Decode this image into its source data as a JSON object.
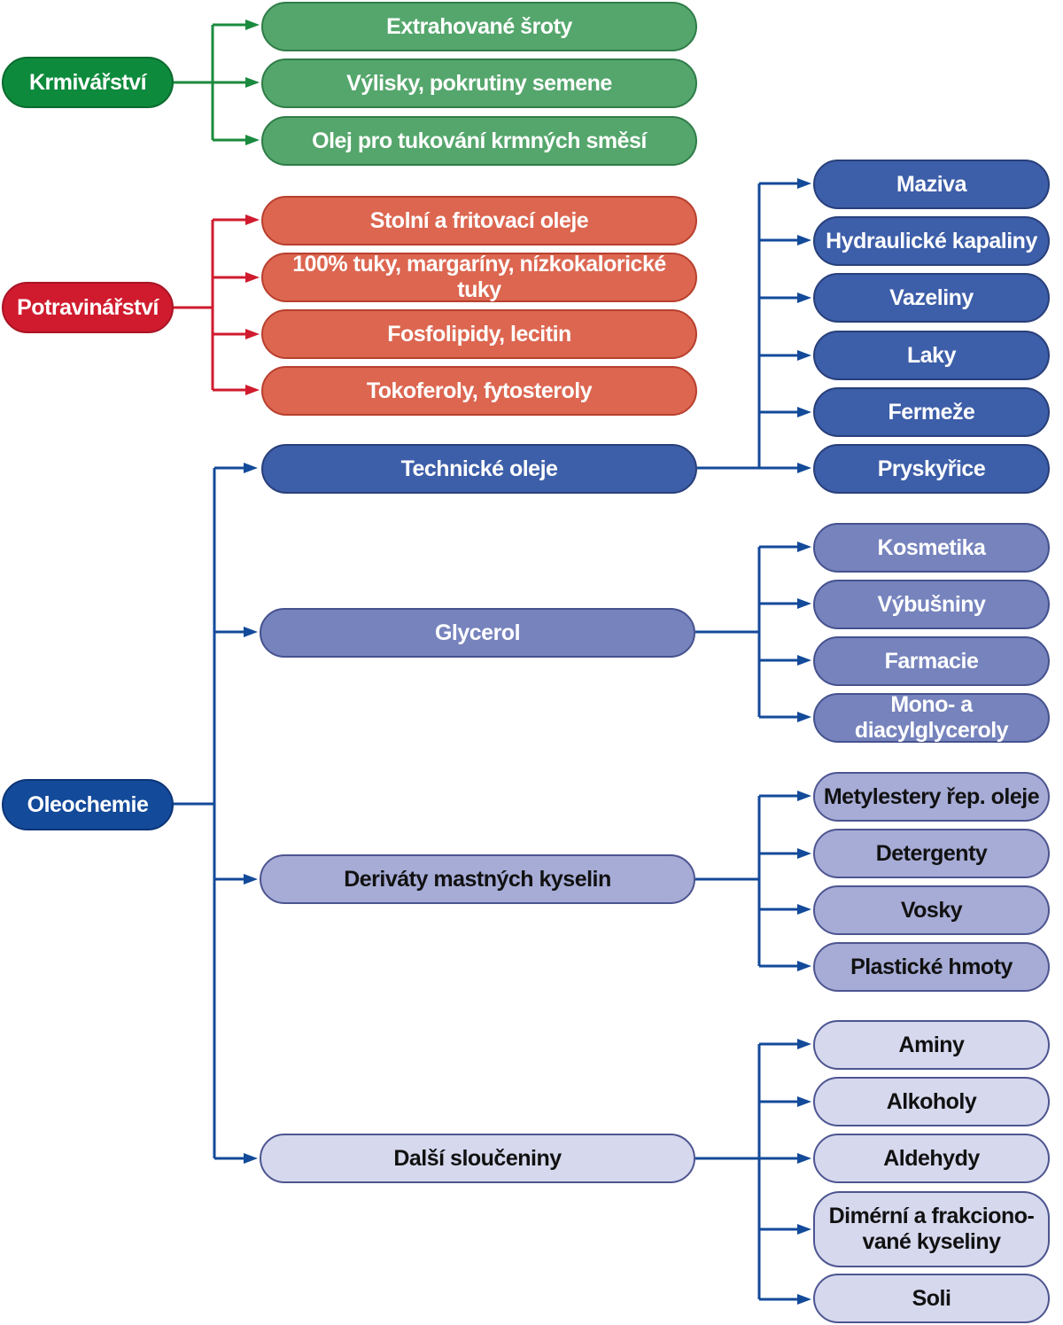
{
  "colors": {
    "green_line": "#1b8a3e",
    "red_line": "#d01b2e",
    "blue_line": "#134a9a"
  },
  "krmivarstvi": {
    "root": "Krmivářství",
    "items": [
      "Extrahované šroty",
      "Výlisky, pokrutiny  semene",
      "Olej pro tukování krmných směsí"
    ]
  },
  "potravinarstvi": {
    "root": "Potravinářství",
    "items": [
      "Stolní a fritovací oleje",
      "100% tuky, margaríny, nízkokalorické tuky",
      "Fosfolipidy, lecitin",
      "Tokoferoly, fytosteroly"
    ]
  },
  "oleochemie": {
    "root": "Oleochemie",
    "branches": [
      {
        "label": "Technické oleje",
        "items": [
          "Maziva",
          "Hydraulické kapaliny",
          "Vazeliny",
          "Laky",
          "Fermeže",
          "Pryskyřice"
        ]
      },
      {
        "label": "Glycerol",
        "items": [
          "Kosmetika",
          "Výbušniny",
          "Farmacie",
          "Mono- a diacylglyceroly"
        ]
      },
      {
        "label": "Deriváty mastných kyselin",
        "items": [
          "Metylestery řep. oleje",
          "Detergenty",
          "Vosky",
          "Plastické hmoty"
        ]
      },
      {
        "label": "Další sloučeniny",
        "items": [
          "Aminy",
          "Alkoholy",
          "Aldehydy",
          "Dimérní a frakciono-vané kyseliny",
          "Soli"
        ]
      }
    ]
  }
}
